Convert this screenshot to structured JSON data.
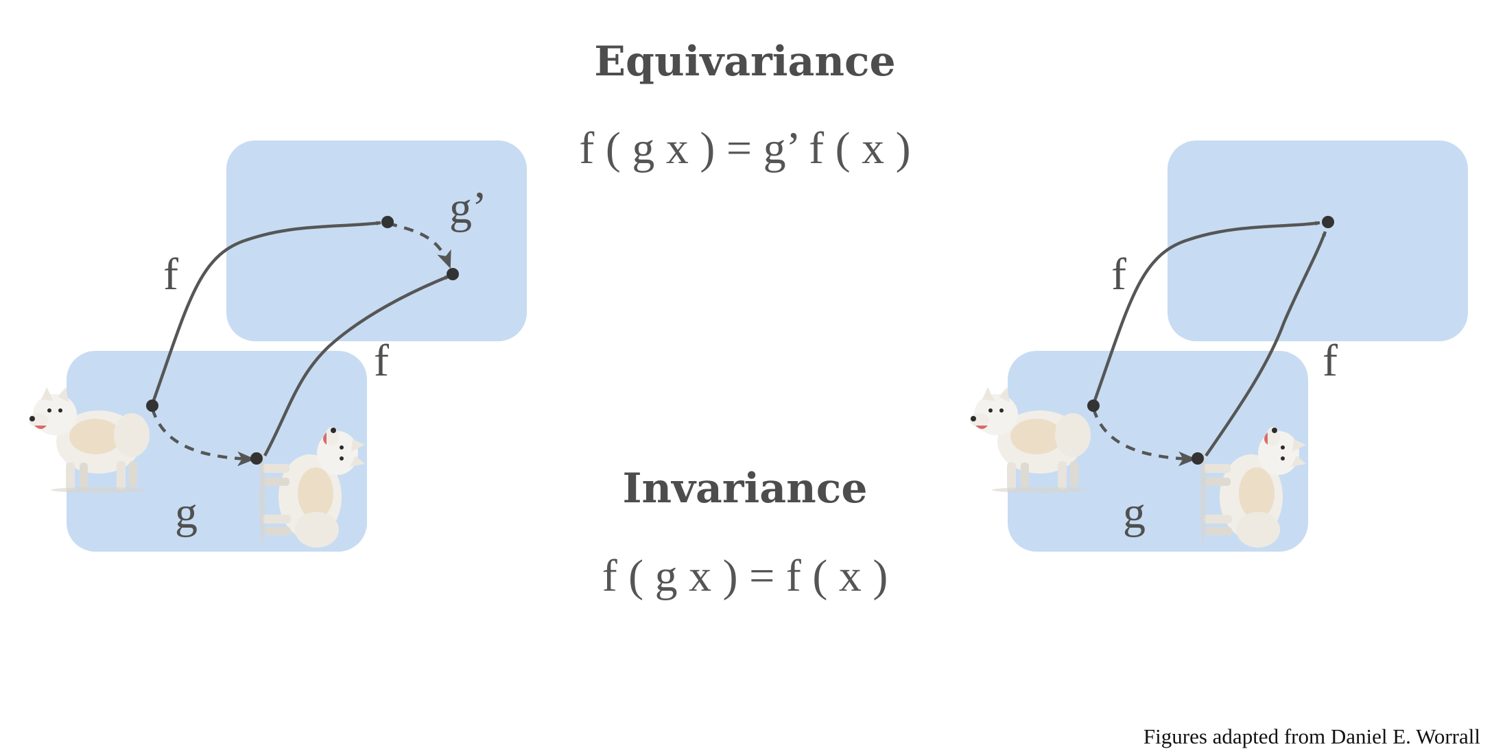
{
  "equivariance": {
    "title": "Equivariance",
    "formula": "f ( g x ) = g’ f ( x )",
    "labels": {
      "f_upper": "f",
      "f_lower": "f",
      "g": "g",
      "g_prime": "g’"
    }
  },
  "invariance": {
    "title": "Invariance",
    "formula": "f ( g x ) = f ( x )",
    "labels": {
      "f_upper": "f",
      "f_lower": "f",
      "g": "g"
    }
  },
  "credit": "Figures adapted from Daniel E. Worrall",
  "colors": {
    "space_fill": "#c7dcf2",
    "arrow": "#565656",
    "dot": "#333333",
    "text": "#4d4d4d"
  },
  "images": [
    "dog-upright",
    "dog-transformed"
  ]
}
